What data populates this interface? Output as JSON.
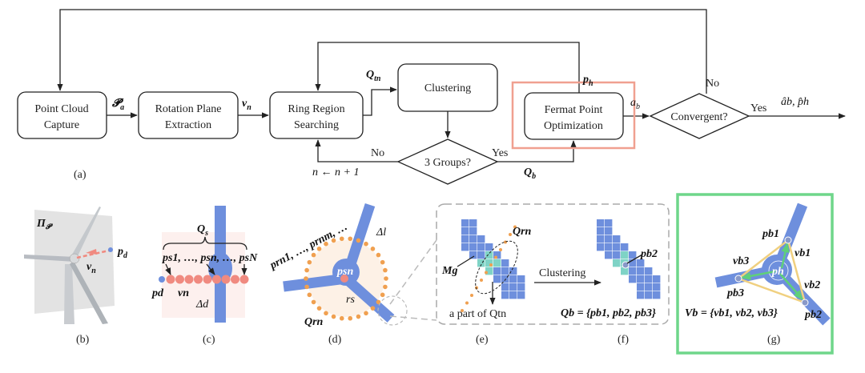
{
  "flowchart": {
    "boxes": {
      "point_cloud": [
        "Point Cloud",
        "Capture"
      ],
      "rotation_plane": [
        "Rotation Plane",
        "Extraction"
      ],
      "ring_region": [
        "Ring Region",
        "Searching"
      ],
      "clustering": "Clustering",
      "fermat": [
        "Fermat Point",
        "Optimization"
      ]
    },
    "decisions": {
      "groups": "3 Groups?",
      "convergent": "Convergent?"
    },
    "branch_labels": {
      "no_groups": "No",
      "yes_groups": "Yes",
      "no_conv": "No",
      "yes_conv": "Yes"
    },
    "edge_labels": {
      "Pa": {
        "main": "𝓟",
        "sub": "a"
      },
      "vn": {
        "main": "v",
        "sub": "n"
      },
      "Qtn": {
        "main": "Q",
        "sub": "tn"
      },
      "ph": {
        "main": "p",
        "sub": "h"
      },
      "ab": {
        "main": "a",
        "sub": "b"
      },
      "Qb": {
        "main": "Q",
        "sub": "b"
      },
      "increment": "n ← n + 1",
      "output": "âb, p̂h"
    },
    "highlight_color": "#f0a090"
  },
  "panels": {
    "b": {
      "plane": "Π",
      "plane_sub": "𝓟",
      "pd": "p",
      "pd_sub": "d",
      "vn": "v",
      "vn_sub": "n"
    },
    "c": {
      "Qs": "Q",
      "Qs_sub": "s",
      "points": "ps1, …, psn, …, psN",
      "pd": "pd",
      "vn": "vn",
      "delta": "Δd"
    },
    "d": {
      "ring_points": "prn1, …, prnm, …",
      "delta": "Δl",
      "psn": "psn",
      "rs": "rs",
      "Qrn": "Qrn"
    },
    "e": {
      "Qrn": "Qrn",
      "Mg": "Mg",
      "part": "a part of Qtn"
    },
    "clustering_arrow": "Clustering",
    "f": {
      "pb2": "pb2",
      "Qb": "Qb = {pb1, pb2, pb3}"
    },
    "g": {
      "pb1": "pb1",
      "pb2": "pb2",
      "pb3": "pb3",
      "vb1": "vb1",
      "vb2": "vb2",
      "vb3": "vb3",
      "ph": "ph",
      "Vb": "Vb = {vb1, vb2, vb3}"
    },
    "frame_color": "#6fd68a",
    "blade_color": "#6e8fdd",
    "ring_color": "#f0a050",
    "scan_color": "#f08a80",
    "cluster_color": "#7fd3c6"
  },
  "captions": [
    "(a)",
    "(b)",
    "(c)",
    "(d)",
    "(e)",
    "(f)",
    "(g)"
  ]
}
